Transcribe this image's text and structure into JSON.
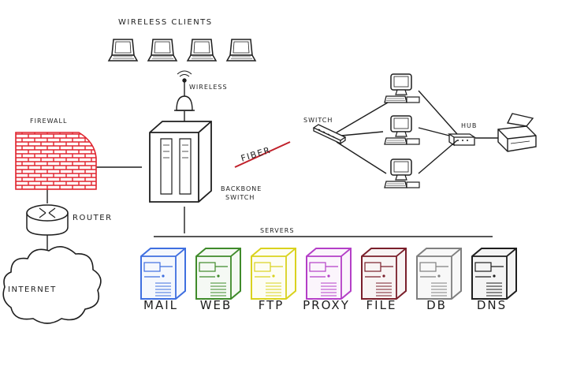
{
  "labels": {
    "wireless_clients": "WIRELESS CLIENTS",
    "wireless": "WIRELESS",
    "firewall": "FIREWALL",
    "router": "ROUTER",
    "internet": "INTERNET",
    "backbone_switch_line1": "BACKBONE",
    "backbone_switch_line2": "SWITCH",
    "fiber": "FIBER",
    "switch": "SWITCH",
    "hub": "HUB",
    "servers": "SERVERS"
  },
  "servers": [
    {
      "label": "MAIL",
      "color": "#3f6fe0"
    },
    {
      "label": "WEB",
      "color": "#3f8a2a"
    },
    {
      "label": "FTP",
      "color": "#d9d21e"
    },
    {
      "label": "PROXY",
      "color": "#b43fc7"
    },
    {
      "label": "FILE",
      "color": "#7a1f2b"
    },
    {
      "label": "DB",
      "color": "#7f7f7f"
    },
    {
      "label": "DNS",
      "color": "#1e1e1e"
    }
  ],
  "colors": {
    "ink": "#1e1e1e",
    "firewall_brick": "#e0242e",
    "fiber_line": "#c0202a"
  },
  "icons": {
    "laptop": "laptop-icon",
    "wireless_ap": "wireless-access-point-icon",
    "firewall": "brick-wall-icon",
    "router": "router-icon",
    "cloud": "cloud-icon",
    "backbone": "backbone-switch-icon",
    "switch": "switch-icon",
    "hub": "hub-icon",
    "workstation": "desktop-computer-icon",
    "printer": "printer-icon",
    "server": "server-tower-icon"
  }
}
